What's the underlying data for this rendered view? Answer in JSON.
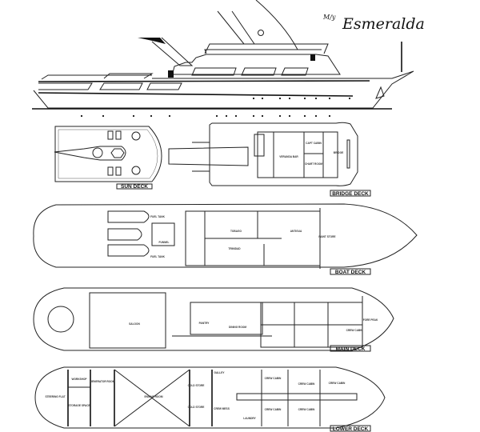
{
  "title": {
    "prefix": "M/y",
    "name": "Esmeralda"
  },
  "decks": {
    "sun": {
      "label": "SUN DECK"
    },
    "bridge": {
      "label": "BRIDGE DECK",
      "rooms": [
        "VERANDA BAR",
        "BRIDGE",
        "CAPT CABIN",
        "CHART ROOM"
      ]
    },
    "boat": {
      "label": "BOAT DECK",
      "rooms": [
        "FUEL TANK",
        "FUNNEL",
        "FUEL TANK",
        "TOBAGO",
        "TRINIDAD",
        "ANTIGUA",
        "PAINT STORE"
      ]
    },
    "main": {
      "label": "MAIN DECK",
      "rooms": [
        "SALOON",
        "DINING ROOM",
        "PANTRY",
        "CREW CABIN",
        "FORE PEAK"
      ]
    },
    "lower": {
      "label": "LOWER DECK",
      "rooms": [
        "STEERING FLAT",
        "WORKSHOP",
        "STORAGE SPACE",
        "GENERATOR ROOM",
        "ENGINE ROOM",
        "COLD STORE",
        "COLD STORE",
        "GALLEY",
        "CREW MESS",
        "LAUNDRY",
        "CREW CABIN",
        "CREW CABIN",
        "CREW CABIN",
        "CREW CABIN",
        "CREW CABIN"
      ]
    }
  }
}
